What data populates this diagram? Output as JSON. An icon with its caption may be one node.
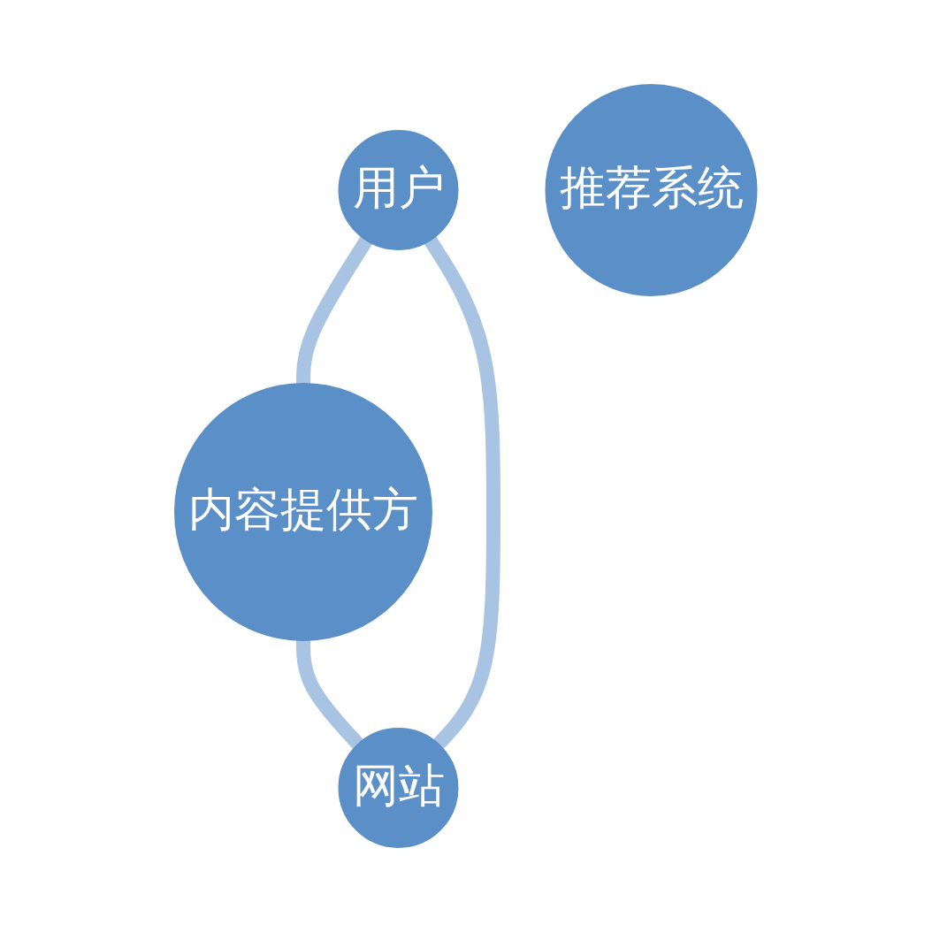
{
  "diagram": {
    "nodes": [
      {
        "text": [
          "用户"
        ]
      },
      {
        "text": [
          "推荐系统"
        ]
      },
      {
        "text": [
          "网站"
        ]
      },
      {
        "text": [
          "内容提供方"
        ]
      }
    ],
    "edges": [
      {
        "from": 0,
        "to": 3,
        "arrow": "none"
      },
      {
        "from": 3,
        "to": 2,
        "arrow": "none"
      },
      {
        "from": 2,
        "to": 0,
        "arrow": "none"
      }
    ]
  }
}
